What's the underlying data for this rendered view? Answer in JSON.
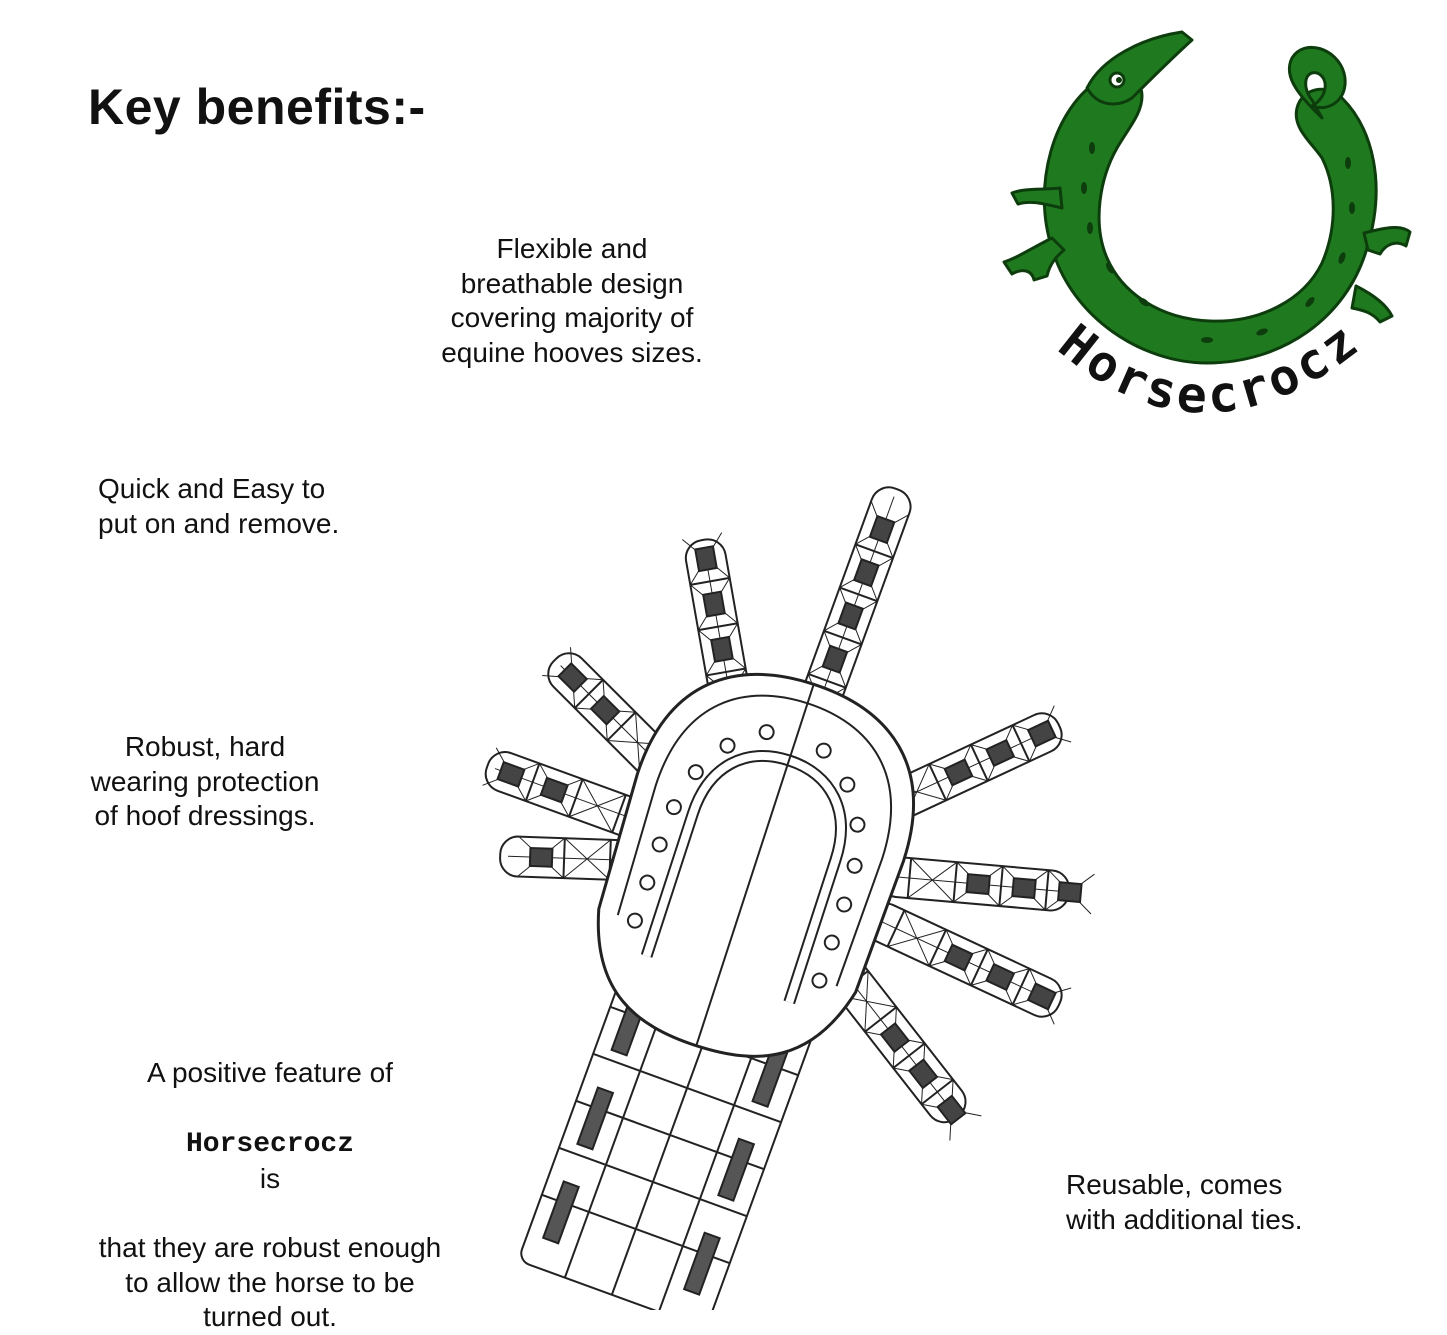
{
  "heading": "Key benefits:-",
  "logo": {
    "brand": "Horsecrocz",
    "colors": {
      "body": "#1f7a1f",
      "outline": "#0d3d0d"
    }
  },
  "benefits": {
    "flexible": "Flexible and\nbreathable design\ncovering majority of\nequine hooves sizes.",
    "quick": "Quick and Easy to\nput on and remove.",
    "robust": "Robust, hard\nwearing protection\nof hoof dressings.",
    "positive": {
      "prefix": "A positive feature of",
      "brand": "Horsecrocz",
      "suffix_inline": "is",
      "rest": "that they are robust enough\nto allow the horse to be\nturned out."
    },
    "reusable": "Reusable, comes\nwith additional ties."
  }
}
